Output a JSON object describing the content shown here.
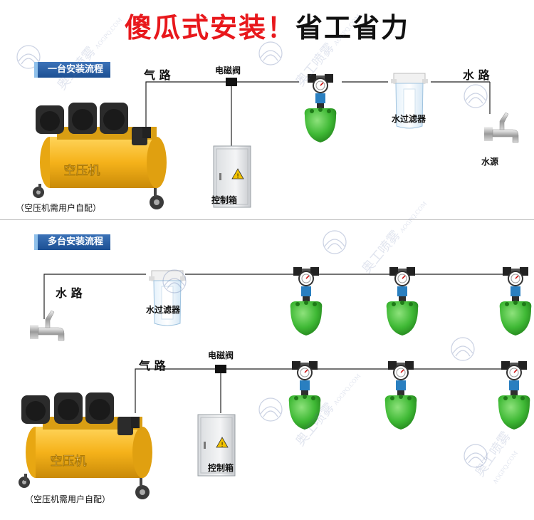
{
  "title": {
    "part1": "傻瓜式安装",
    "exclaim": "！",
    "part2": "省工省力"
  },
  "section1": {
    "badge": "一台安装流程",
    "air_path": "气 路",
    "solenoid_valve": "电磁阀",
    "water_path": "水 路",
    "water_filter": "水过滤器",
    "water_source": "水源",
    "compressor": "空压机",
    "control_box": "控制箱",
    "compressor_note": "（空压机需用户自配）"
  },
  "section2": {
    "badge": "多台安装流程",
    "water_path": "水 路",
    "water_filter": "水过滤器",
    "air_path": "气 路",
    "solenoid_valve": "电磁阀",
    "compressor": "空压机",
    "control_box": "控制箱",
    "compressor_note": "（空压机需用户自配）"
  },
  "watermark": {
    "brand": "奥工喷雾",
    "site": "AOGPQ.COM"
  },
  "colors": {
    "title_red": "#e8181c",
    "badge_blue": "#2a62a8",
    "compressor_yellow": "#f5b21a",
    "nozzle_green": "#3fb935",
    "pipe": "#222222"
  }
}
